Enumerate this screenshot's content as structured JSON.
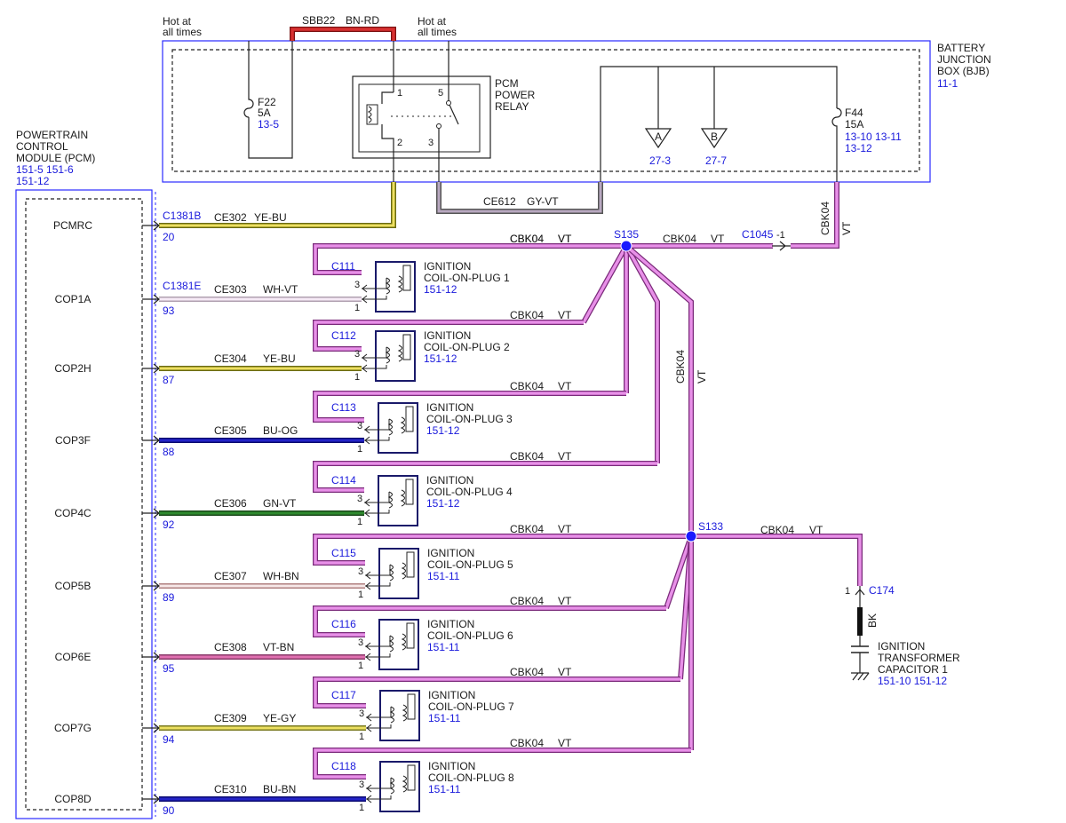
{
  "colors": {
    "VT": "#e07ae0",
    "YE": "#e8e04a",
    "BU": "#1a1ac8",
    "GN": "#2a7a2a",
    "WH": "#f2e6f2",
    "BN_RD": "#c02020",
    "GY_VT": "#9a8fa0",
    "connector_blue": "#1a1adc",
    "splice": "#1a1aff"
  },
  "bjb": {
    "title": [
      "BATTERY",
      "JUNCTION",
      "BOX (BJB)"
    ],
    "ref": "11-1",
    "hot1": [
      "Hot at",
      "all times"
    ],
    "hot2": [
      "Hot at",
      "all times"
    ],
    "sbb": "SBB22",
    "sbb_color": "BN-RD",
    "fuse_f22": {
      "name": "F22",
      "amps": "5A",
      "ref": "13-5"
    },
    "fuse_f44": {
      "name": "F44",
      "amps": "15A",
      "refs": [
        "13-10  13-11",
        "13-12"
      ]
    },
    "relay": {
      "title": [
        "PCM",
        "POWER",
        "RELAY"
      ],
      "pins": [
        "1",
        "5",
        "2",
        "3"
      ]
    },
    "ground_a": {
      "letter": "A",
      "ref": "27-3"
    },
    "ground_b": {
      "letter": "B",
      "ref": "27-7"
    }
  },
  "pcm": {
    "title": [
      "POWERTRAIN",
      "CONTROL",
      "MODULE (PCM)"
    ],
    "refs": [
      "151-5  151-6",
      "151-12"
    ],
    "pins": [
      "PCMRC",
      "COP1A",
      "COP2H",
      "COP3F",
      "COP4C",
      "COP5B",
      "COP6E",
      "COP7G",
      "COP8D"
    ]
  },
  "pcmrc": {
    "connector": "C1381B",
    "pin": "20",
    "circuit": "CE302",
    "color": "YE-BU"
  },
  "ce612": {
    "circuit": "CE612",
    "color": "GY-VT"
  },
  "top_bus": {
    "circuit": "CBK04",
    "color": "VT",
    "splice": "S135",
    "circuit2": "CBK04",
    "color2": "VT",
    "connector": "C1045",
    "connector_pin": "-1",
    "vert_circuit": "CBK04",
    "vert_color": "VT"
  },
  "diag_label": {
    "circuit": "CBK04",
    "color": "VT"
  },
  "coils": [
    {
      "connector": "C111",
      "name": [
        "IGNITION",
        "COIL-ON-PLUG 1"
      ],
      "ref": "151-12",
      "pcm_conn": "C1381E",
      "pcm_pin": "93",
      "circuit": "CE303",
      "color": "WH-VT",
      "p3": "3",
      "p1": "1",
      "feed_circuit": "CBK04",
      "feed_color": "VT"
    },
    {
      "connector": "C112",
      "name": [
        "IGNITION",
        "COIL-ON-PLUG 2"
      ],
      "ref": "151-12",
      "pcm_conn": "",
      "pcm_pin": "87",
      "circuit": "CE304",
      "color": "YE-BU",
      "p3": "3",
      "p1": "1",
      "feed_circuit": "CBK04",
      "feed_color": "VT"
    },
    {
      "connector": "C113",
      "name": [
        "IGNITION",
        "COIL-ON-PLUG 3"
      ],
      "ref": "151-12",
      "pcm_conn": "",
      "pcm_pin": "88",
      "circuit": "CE305",
      "color": "BU-OG",
      "p3": "3",
      "p1": "1",
      "feed_circuit": "CBK04",
      "feed_color": "VT"
    },
    {
      "connector": "C114",
      "name": [
        "IGNITION",
        "COIL-ON-PLUG 4"
      ],
      "ref": "151-12",
      "pcm_conn": "",
      "pcm_pin": "92",
      "circuit": "CE306",
      "color": "GN-VT",
      "p3": "3",
      "p1": "1",
      "feed_circuit": "CBK04",
      "feed_color": "VT"
    },
    {
      "connector": "C115",
      "name": [
        "IGNITION",
        "COIL-ON-PLUG 5"
      ],
      "ref": "151-11",
      "pcm_conn": "",
      "pcm_pin": "89",
      "circuit": "CE307",
      "color": "WH-BN",
      "p3": "3",
      "p1": "1",
      "feed_circuit": "CBK04",
      "feed_color": "VT"
    },
    {
      "connector": "C116",
      "name": [
        "IGNITION",
        "COIL-ON-PLUG 6"
      ],
      "ref": "151-11",
      "pcm_conn": "",
      "pcm_pin": "95",
      "circuit": "CE308",
      "color": "VT-BN",
      "p3": "3",
      "p1": "1",
      "feed_circuit": "CBK04",
      "feed_color": "VT"
    },
    {
      "connector": "C117",
      "name": [
        "IGNITION",
        "COIL-ON-PLUG 7"
      ],
      "ref": "151-11",
      "pcm_conn": "",
      "pcm_pin": "94",
      "circuit": "CE309",
      "color": "YE-GY",
      "p3": "3",
      "p1": "1",
      "feed_circuit": "CBK04",
      "feed_color": "VT"
    },
    {
      "connector": "C118",
      "name": [
        "IGNITION",
        "COIL-ON-PLUG 8"
      ],
      "ref": "151-11",
      "pcm_conn": "",
      "pcm_pin": "90",
      "circuit": "CE310",
      "color": "BU-BN",
      "p3": "3",
      "p1": "1",
      "feed_circuit": "CBK04",
      "feed_color": "VT"
    }
  ],
  "s133": {
    "splice": "S133",
    "circuit": "CBK04",
    "color": "VT",
    "cap_connector": "C174",
    "cap_pin": "1",
    "cap_wire": "BK",
    "cap_name": [
      "IGNITION",
      "TRANSFORMER",
      "CAPACITOR 1"
    ],
    "cap_ref": "151-10  151-12"
  }
}
